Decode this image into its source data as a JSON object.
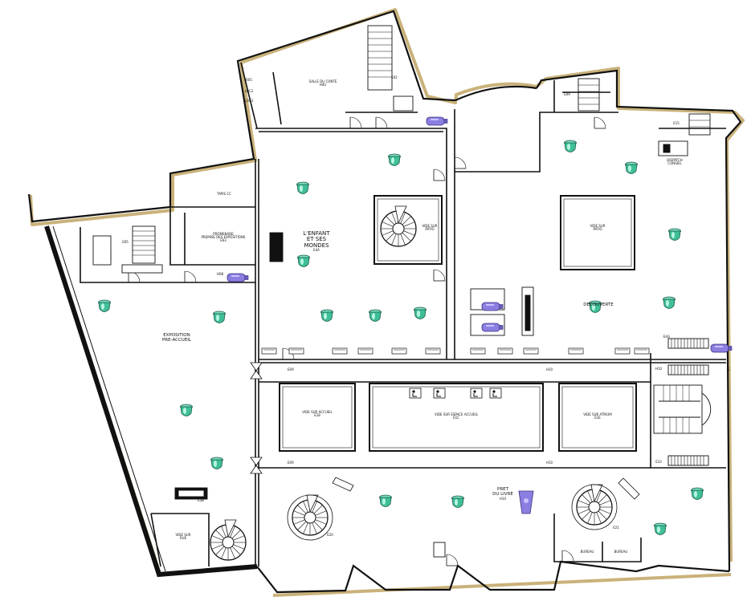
{
  "rooms": {
    "salle_du_conte": "SALLE DU CONTE",
    "salle_du_conte_code": "H4U",
    "enfant": [
      "L'ENFANT",
      "ET SES",
      "MONDES"
    ],
    "enfant_code": "E4A",
    "exposition": [
      "EXPOSITION",
      "PRE-ACCUEIL"
    ],
    "promenade": [
      "PROMENADE",
      "PREMISE DES EXPOSITIONS"
    ],
    "promenade_code": "E63",
    "vide_patio_1": [
      "VIDE SUR",
      "PATIO"
    ],
    "vide_patio_2": [
      "VIDE SUR",
      "PATIO"
    ],
    "vide_accueil": [
      "VIDE SUR ACCUEIL",
      "E18"
    ],
    "vide_espace_accueil": [
      "VIDE SUR ESPACE ACCUEIL",
      "E1C"
    ],
    "vide_atrium": [
      "VIDE SUR ATRIUM",
      "E1E"
    ],
    "vide_rue": [
      "VIDE SUR",
      "RUE"
    ],
    "pret": [
      "PRET",
      "DU LIVRE",
      "H10"
    ],
    "decouverte": "DECOUVERTE",
    "bureau_1": "BUREAU",
    "bureau_2": "BUREAU",
    "tapiscc": "TAPIS CC",
    "escalier_1": "E02",
    "escalier_2": "E20",
    "escalier_3": "E21",
    "escalier_4": "E05",
    "circ_1": "E09",
    "circ_2": "E15",
    "circ_3": "H10",
    "circ_4": "E33",
    "circ_5": "H08",
    "circ_6": "E38",
    "wc": "E4G",
    "side_labels": [
      "R05",
      "LOC2",
      "LOC3"
    ],
    "dispatch": [
      "DISPATCH",
      "CONSEIL"
    ]
  }
}
